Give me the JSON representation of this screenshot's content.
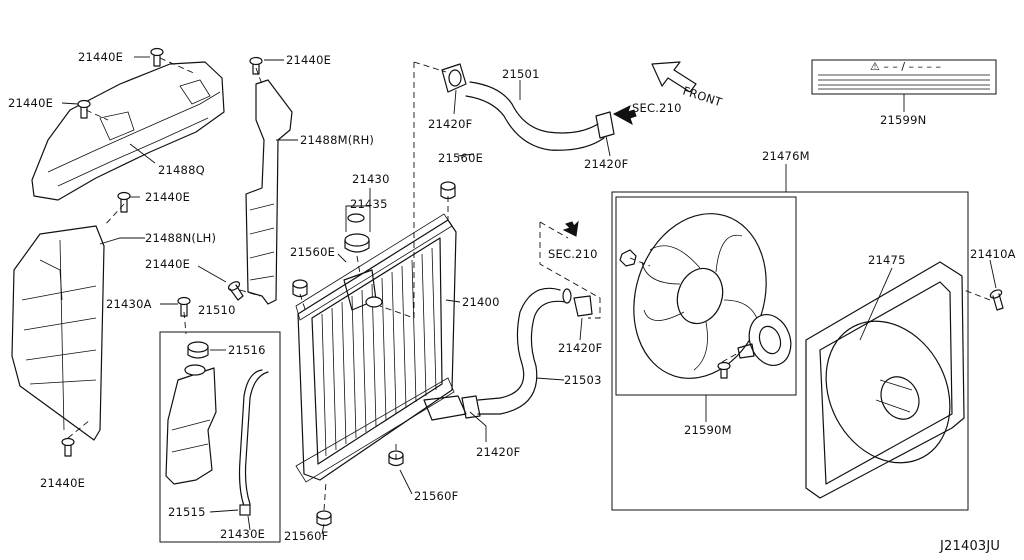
{
  "diagram_code": "J21403JU",
  "direction_label": "FRONT",
  "warning_label_symbol": "⚠ – – / – – – –",
  "labels": {
    "l_21440e_a": "21440E",
    "l_21440e_b": "21440E",
    "l_21440e_c": "21440E",
    "l_21440e_d": "21440E",
    "l_21440e_e": "21440E",
    "l_21440e_f": "21440E",
    "l_21488q": "21488Q",
    "l_21488m": "21488M(RH)",
    "l_21488n": "21488N(LH)",
    "l_21430a": "21430A",
    "l_21510": "21510",
    "l_21516": "21516",
    "l_21515": "21515",
    "l_21430e": "21430E",
    "l_21430": "21430",
    "l_21435": "21435",
    "l_21560e_a": "21560E",
    "l_21560e_b": "21560E",
    "l_21400": "21400",
    "l_21560f_a": "21560F",
    "l_21560f_b": "21560F",
    "l_21420f_a": "21420F",
    "l_21501": "21501",
    "l_21420f_b": "21420F",
    "l_sec210_a": "SEC.210",
    "l_sec210_b": "SEC.210",
    "l_21420f_c": "21420F",
    "l_21503": "21503",
    "l_21420f_d": "21420F",
    "l_21476m": "21476M",
    "l_21599n": "21599N",
    "l_21475": "21475",
    "l_21410a": "21410A",
    "l_21590m": "21590M"
  }
}
